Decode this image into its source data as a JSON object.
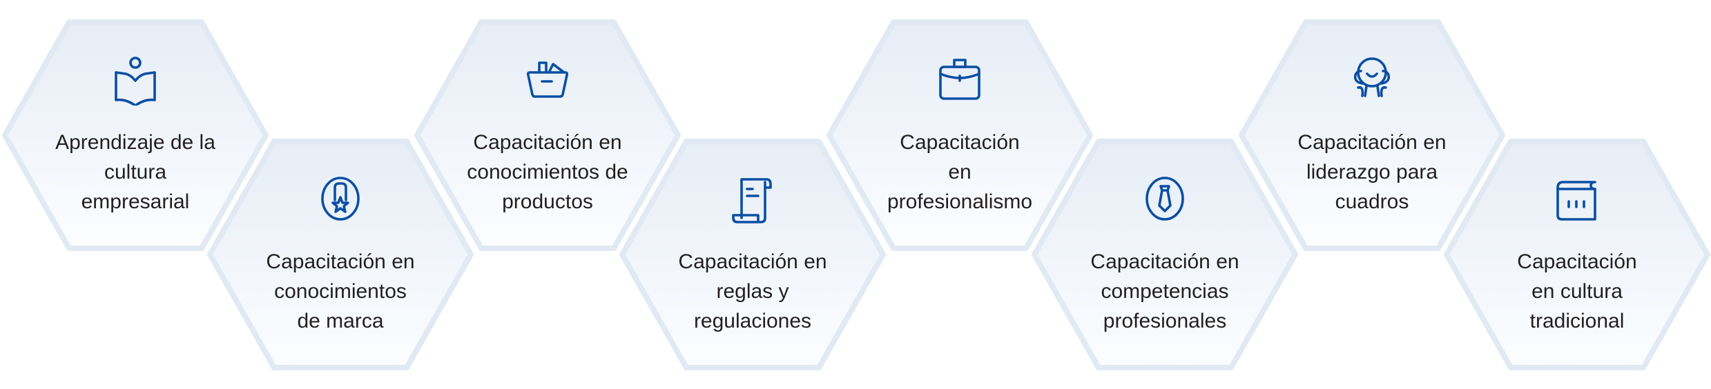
{
  "colors": {
    "icon": "#0a4fa3",
    "text": "#231f20",
    "hex_top": "#e6edf6",
    "hex_bottom": "#fcfdff",
    "hex_border": "#e1e9f3"
  },
  "items": [
    {
      "id": "cultura-empresarial",
      "row": "top",
      "icon": "book-reader-icon",
      "lines": [
        "Aprendizaje de la",
        "cultura",
        "empresarial"
      ]
    },
    {
      "id": "conocimientos-marca",
      "row": "bottom",
      "icon": "medal-star-icon",
      "lines": [
        "Capacitación en",
        "conocimientos",
        "de marca"
      ]
    },
    {
      "id": "conocimientos-productos",
      "row": "top",
      "icon": "basket-icon",
      "lines": [
        "Capacitación en",
        "conocimientos de",
        "productos"
      ]
    },
    {
      "id": "reglas-regulaciones",
      "row": "bottom",
      "icon": "scroll-icon",
      "lines": [
        "Capacitación en",
        "reglas y",
        "regulaciones"
      ]
    },
    {
      "id": "profesionalismo",
      "row": "top",
      "icon": "briefcase-icon",
      "lines": [
        "Capacitación",
        "en",
        "profesionalismo"
      ]
    },
    {
      "id": "competencias-profesionales",
      "row": "bottom",
      "icon": "tie-icon",
      "lines": [
        "Capacitación en",
        "competencias",
        "profesionales"
      ]
    },
    {
      "id": "liderazgo-cuadros",
      "row": "top",
      "icon": "leader-icon",
      "lines": [
        "Capacitación en",
        "liderazgo para",
        "cuadros"
      ]
    },
    {
      "id": "cultura-tradicional",
      "row": "bottom",
      "icon": "book-icon",
      "lines": [
        "Capacitación",
        "en cultura",
        "tradicional"
      ]
    }
  ]
}
